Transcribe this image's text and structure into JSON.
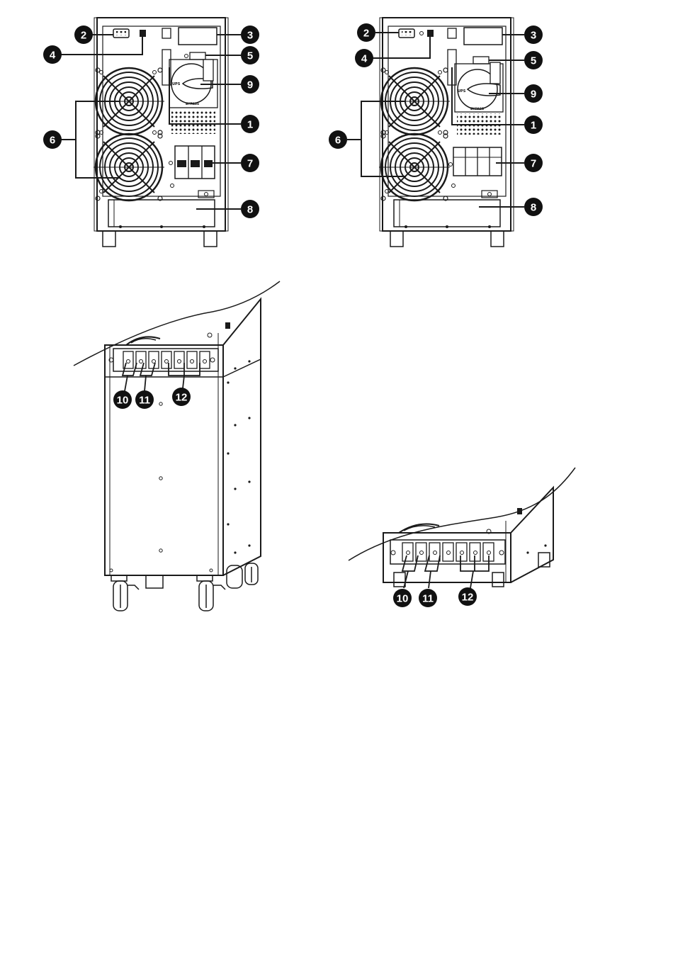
{
  "colors": {
    "line": "#1a1a1a",
    "badge_fill": "#111111",
    "badge_text": "#ffffff",
    "background": "#ffffff"
  },
  "rear_views": [
    {
      "name": "rear-view-left",
      "badges": {
        "b1": "1",
        "b2": "2",
        "b3": "3",
        "b4": "4",
        "b5": "5",
        "b6": "6",
        "b7": "7",
        "b8": "8",
        "b9": "9"
      },
      "switch_top_label": "UPS",
      "switch_bottom_label": "BYPASS"
    },
    {
      "name": "rear-view-right",
      "badges": {
        "b1": "1",
        "b2": "2",
        "b3": "3",
        "b4": "4",
        "b5": "5",
        "b6": "6",
        "b7": "7",
        "b8": "8",
        "b9": "9"
      },
      "switch_top_label": "UPS",
      "switch_bottom_label": "BYPASS"
    }
  ],
  "terminal_views": [
    {
      "name": "terminal-view-tower",
      "badges": {
        "b10": "10",
        "b11": "11",
        "b12": "12"
      }
    },
    {
      "name": "terminal-view-compact",
      "badges": {
        "b10": "10",
        "b11": "11",
        "b12": "12"
      }
    }
  ]
}
